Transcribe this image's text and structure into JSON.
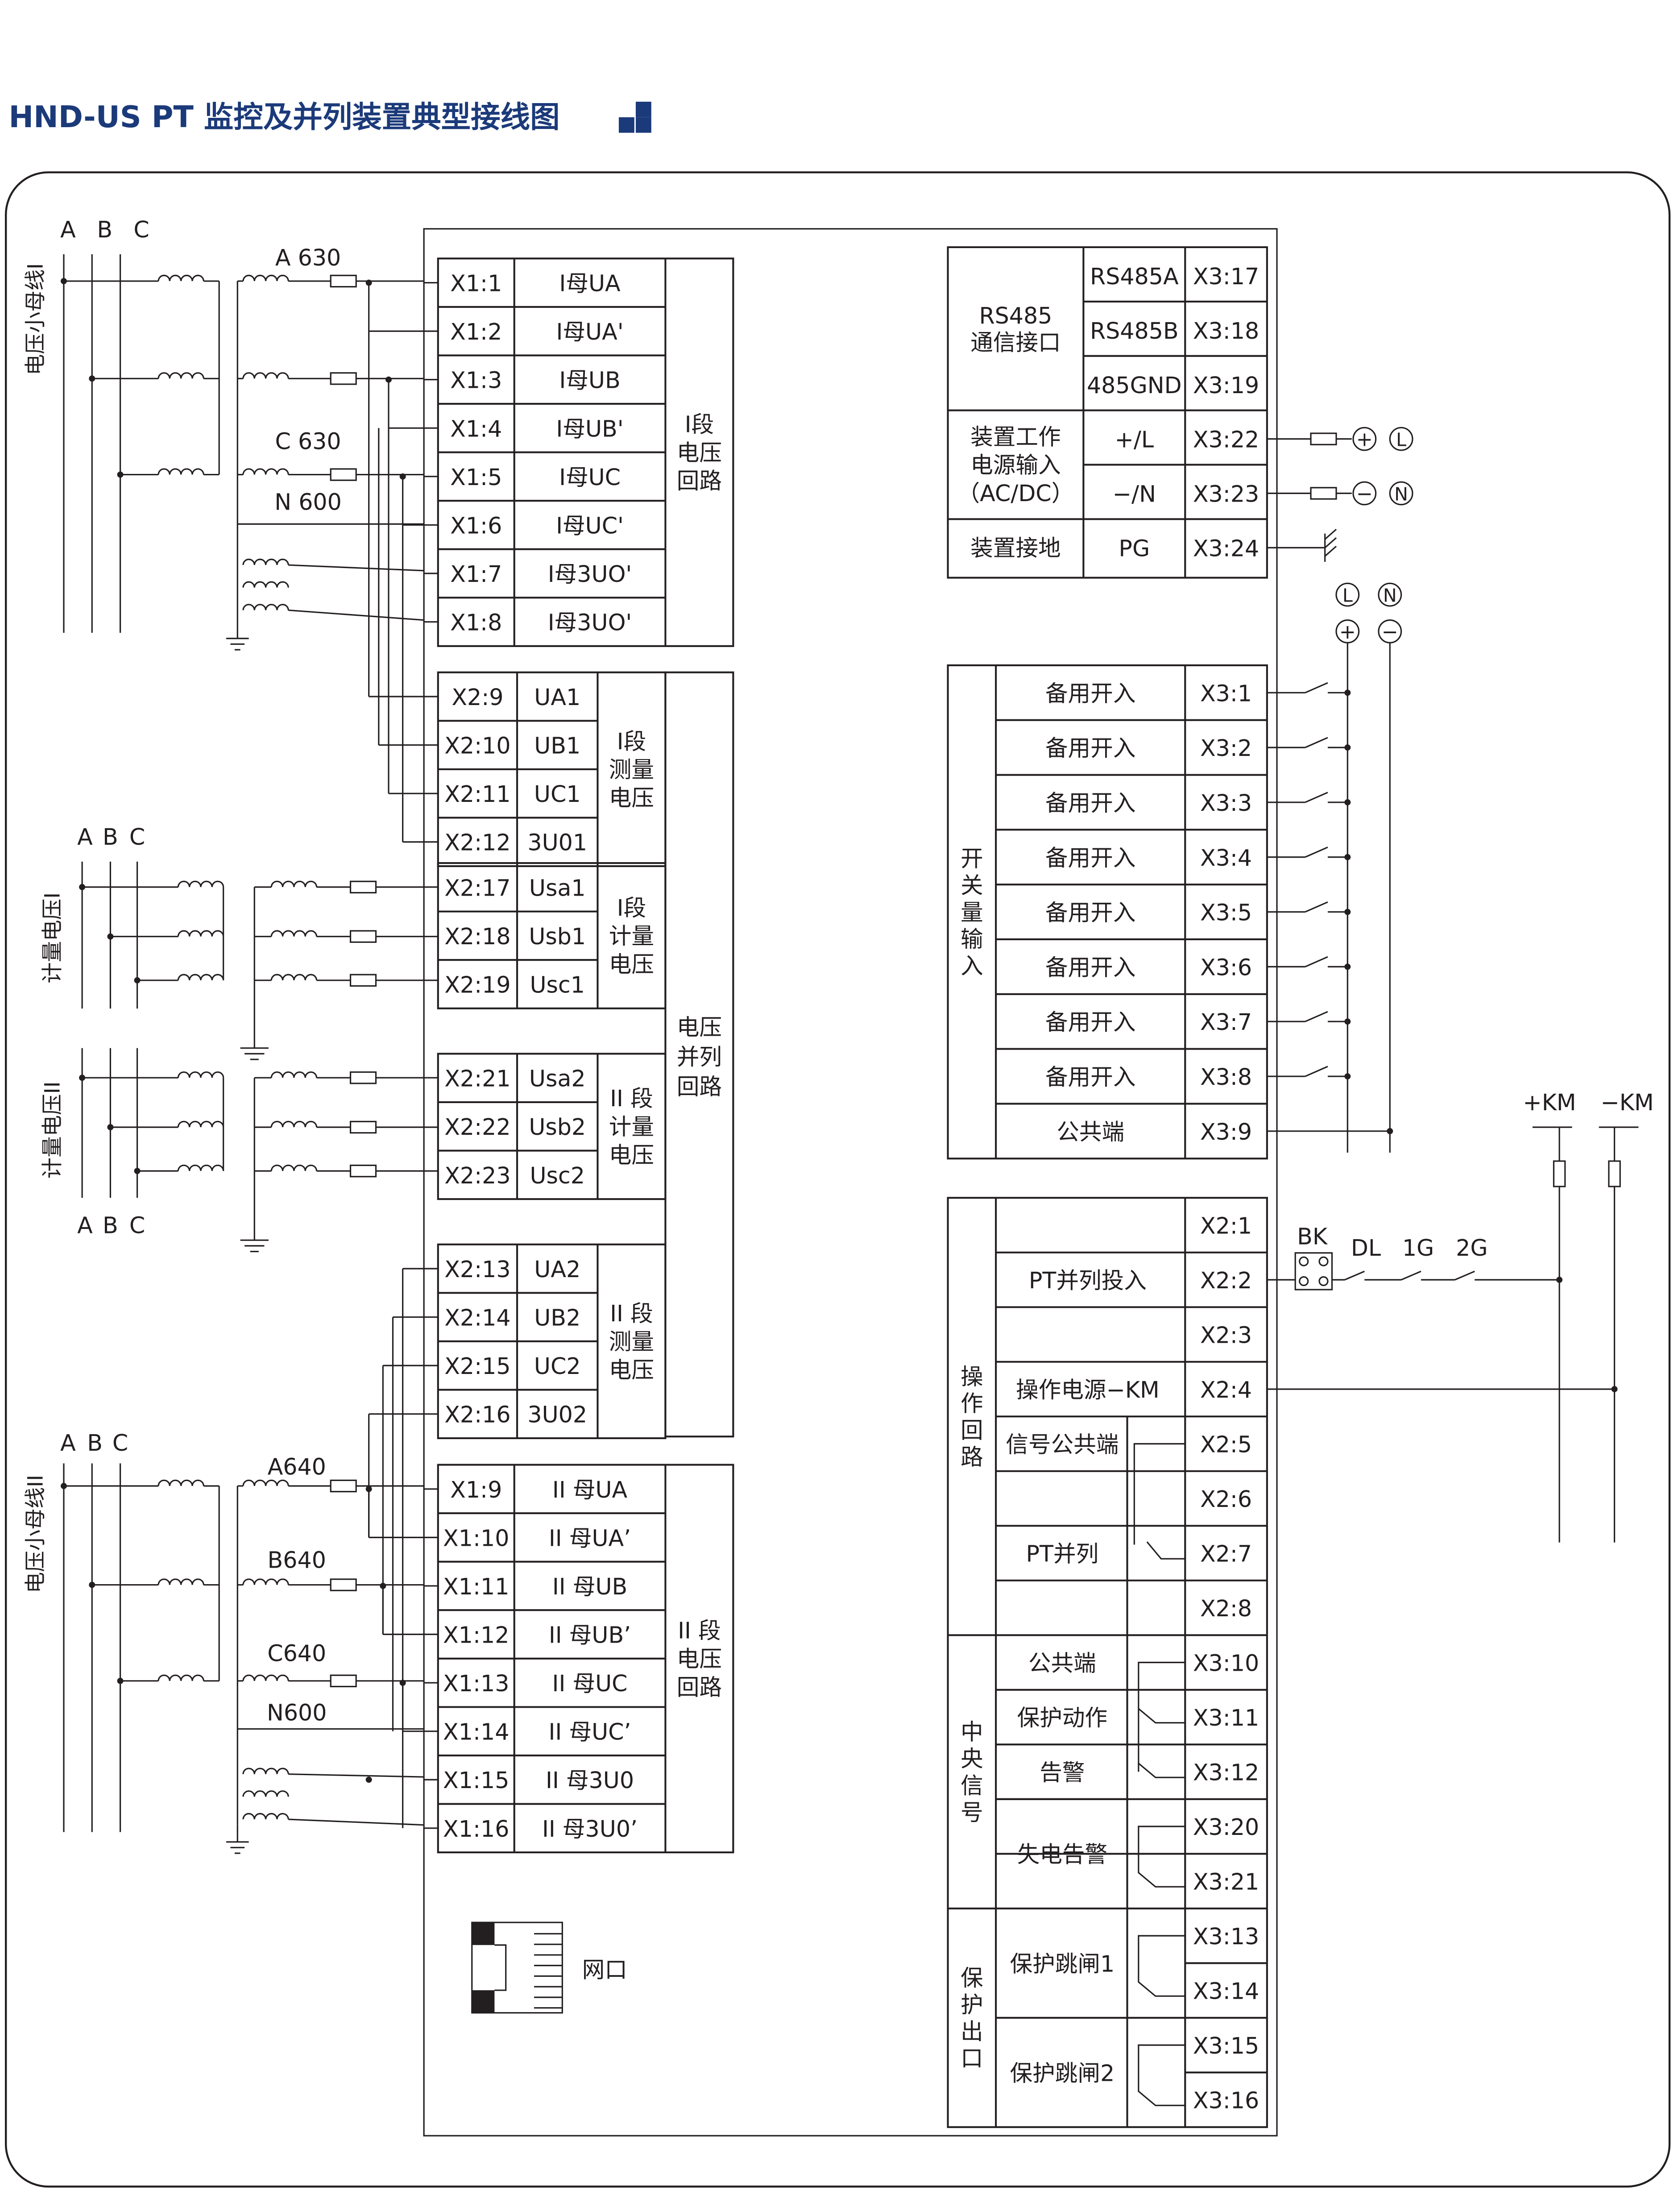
{
  "title": "HND-US  PT 监控及并列装置典型接线图",
  "colors": {
    "title": "#1b3a7a",
    "line": "#231f20",
    "background": "#ffffff"
  },
  "phase_labels": {
    "bus1": [
      "A",
      "B",
      "C"
    ],
    "meter1": [
      "A",
      "B",
      "C"
    ],
    "meter2": [
      "A",
      "B",
      "C"
    ],
    "bus2": [
      "A",
      "B",
      "C"
    ]
  },
  "side_labels": {
    "bus1": "电压小母线I",
    "meter1": "计量电压I",
    "meter2": "计量电压II",
    "bus2": "电压小母线II"
  },
  "pt_labels": {
    "bus1": [
      "A 630",
      "C 630",
      "N 600"
    ],
    "bus2": [
      "A640",
      "B640",
      "C640",
      "N600"
    ]
  },
  "left_groups": [
    {
      "group": "I段\n电压\n回路",
      "rows": [
        [
          "X1:1",
          "I母UA"
        ],
        [
          "X1:2",
          "I母UA'"
        ],
        [
          "X1:3",
          "I母UB"
        ],
        [
          "X1:4",
          "I母UB'"
        ],
        [
          "X1:5",
          "I母UC"
        ],
        [
          "X1:6",
          "I母UC'"
        ],
        [
          "X1:7",
          "I母3UO'"
        ],
        [
          "X1:8",
          "I母3UO'"
        ]
      ]
    },
    {
      "group": "I段\n测量\n电压",
      "rows": [
        [
          "X2:9",
          "UA1"
        ],
        [
          "X2:10",
          "UB1"
        ],
        [
          "X2:11",
          "UC1"
        ],
        [
          "X2:12",
          "3U01"
        ]
      ]
    },
    {
      "group": "I段\n计量\n电压",
      "rows": [
        [
          "X2:17",
          "Usa1"
        ],
        [
          "X2:18",
          "Usb1"
        ],
        [
          "X2:19",
          "Usc1"
        ]
      ]
    },
    {
      "group": "II 段\n计量\n电压",
      "rows": [
        [
          "X2:21",
          "Usa2"
        ],
        [
          "X2:22",
          "Usb2"
        ],
        [
          "X2:23",
          "Usc2"
        ]
      ]
    },
    {
      "group": "II 段\n测量\n电压",
      "rows": [
        [
          "X2:13",
          "UA2"
        ],
        [
          "X2:14",
          "UB2"
        ],
        [
          "X2:15",
          "UC2"
        ],
        [
          "X2:16",
          "3U02"
        ]
      ]
    },
    {
      "group": "II 段\n电压\n回路",
      "rows": [
        [
          "X1:9",
          "II 母UA"
        ],
        [
          "X1:10",
          "II 母UA’"
        ],
        [
          "X1:11",
          "II 母UB"
        ],
        [
          "X1:12",
          "II 母UB’"
        ],
        [
          "X1:13",
          "II 母UC"
        ],
        [
          "X1:14",
          "II 母UC’"
        ],
        [
          "X1:15",
          "II 母3U0"
        ],
        [
          "X1:16",
          "II 母3U0’"
        ]
      ]
    }
  ],
  "voltage_parallel_label": "电压\n并列\n回路",
  "rs485": {
    "group": "RS485\n通信接口",
    "rows": [
      [
        "RS485A",
        "X3:17"
      ],
      [
        "RS485B",
        "X3:18"
      ],
      [
        "485GND",
        "X3:19"
      ]
    ]
  },
  "power": {
    "group": "装置工作\n电源输入\n（AC/DC）",
    "rows": [
      [
        "+/L",
        "X3:22"
      ],
      [
        "−/N",
        "X3:23"
      ]
    ]
  },
  "ground": {
    "group": "装置接地",
    "rows": [
      [
        "PG",
        "X3:24"
      ]
    ]
  },
  "power_symbols": {
    "plus": "+",
    "minus": "−",
    "L": "L",
    "N": "N"
  },
  "switch_inputs": {
    "group": "开\n关\n量\n输\n入",
    "rows": [
      [
        "备用开入",
        "X3:1"
      ],
      [
        "备用开入",
        "X3:2"
      ],
      [
        "备用开入",
        "X3:3"
      ],
      [
        "备用开入",
        "X3:4"
      ],
      [
        "备用开入",
        "X3:5"
      ],
      [
        "备用开入",
        "X3:6"
      ],
      [
        "备用开入",
        "X3:7"
      ],
      [
        "备用开入",
        "X3:8"
      ],
      [
        "公共端",
        "X3:9"
      ]
    ]
  },
  "operation": {
    "group": "操\n作\n回\n路",
    "terminals": [
      "X2:1",
      "X2:2",
      "X2:3",
      "X2:4",
      "X2:5",
      "X2:6",
      "X2:7",
      "X2:8"
    ],
    "labels": [
      "PT并列投入",
      "操作电源−KM",
      "信号公共端",
      "PT并列"
    ]
  },
  "central_signal": {
    "group": "中\n央\n信\n号",
    "terminals": [
      "X3:10",
      "X3:11",
      "X3:12",
      "X3:20",
      "X3:21"
    ],
    "labels": [
      "公共端",
      "保护动作",
      "告警",
      "失电告警"
    ]
  },
  "protection_out": {
    "group": "保\n护\n出\n口",
    "terminals": [
      "X3:13",
      "X3:14",
      "X3:15",
      "X3:16"
    ],
    "labels": [
      "保护跳闸1",
      "保护跳闸2"
    ]
  },
  "control_labels": {
    "plus_km": "+KM",
    "minus_km": "−KM",
    "bk": "BK",
    "dl": "DL",
    "g1": "1G",
    "g2": "2G"
  },
  "network_port": "网口"
}
